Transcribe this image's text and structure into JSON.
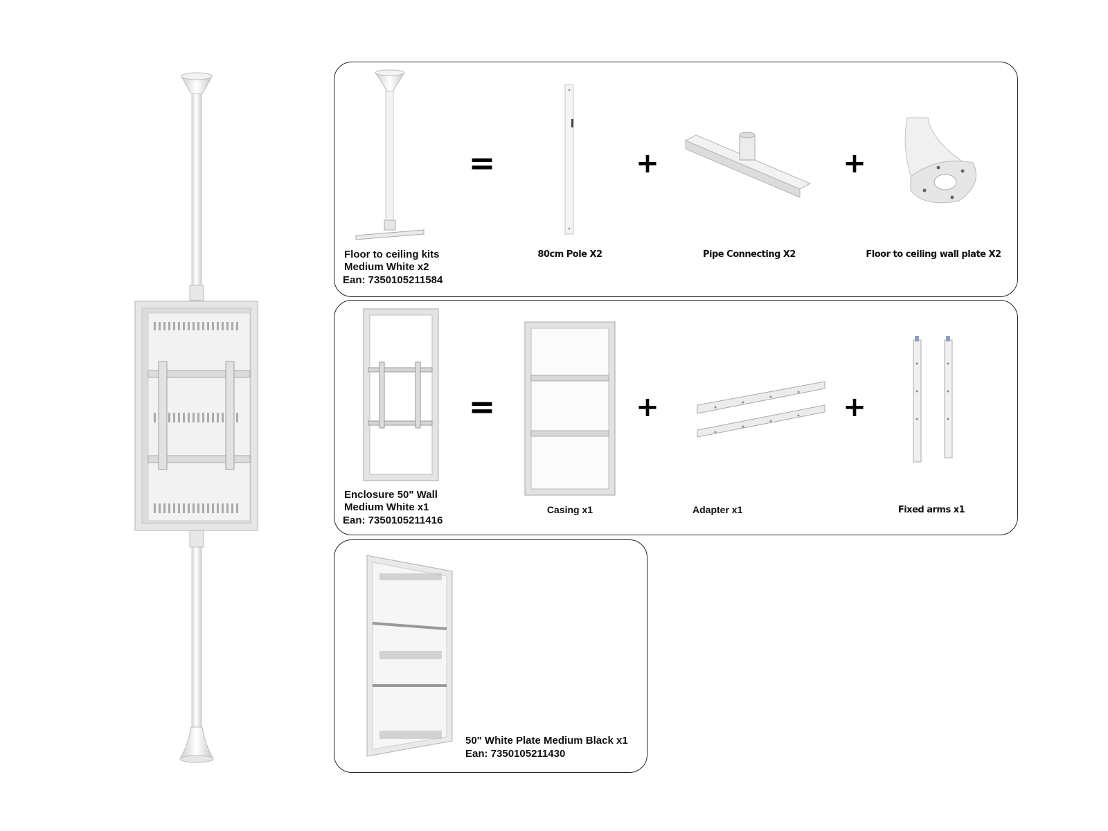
{
  "kits": [
    {
      "title_line1": "Floor to ceiling kits",
      "title_line2": "Medium White x2",
      "ean": "Ean: 7350105211584",
      "parts": [
        "80cm Pole X2",
        "Pipe Connecting X2",
        "Floor to ceiling wall plate X2"
      ]
    },
    {
      "title_line1": "Enclosure 50\" Wall",
      "title_line2": "Medium White x1",
      "ean": "Ean: 7350105211416",
      "parts": [
        "Casing x1",
        "Adapter x1",
        "Fixed arms x1"
      ]
    },
    {
      "title_line1": "50\" White Plate Medium Black x1",
      "ean": "Ean: 7350105211430"
    }
  ],
  "symbols": {
    "equals": "=",
    "plus": "+"
  },
  "colors": {
    "outline": "#222222",
    "metal_light": "#eeeeee",
    "metal_mid": "#d4d4d4",
    "metal_dark": "#aaaaaa"
  }
}
